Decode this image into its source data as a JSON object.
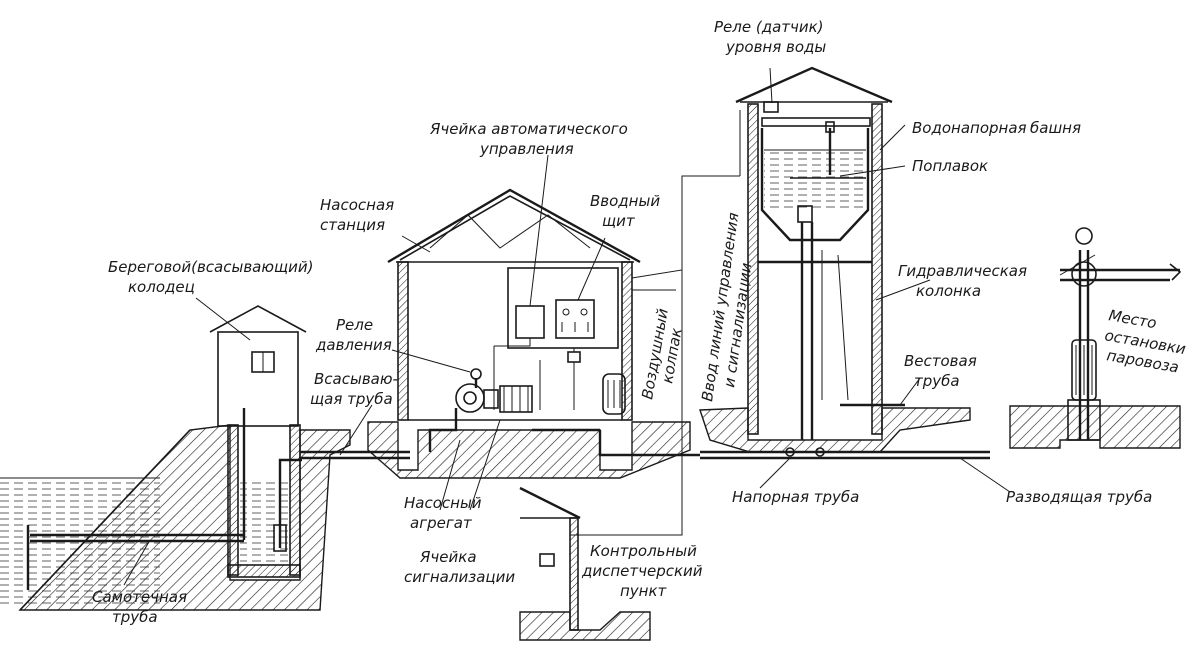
{
  "labels": {
    "relay_sensor_1": "Реле (датчик)",
    "relay_sensor_2": "уровня воды",
    "water_tower_1": "Водонапорная",
    "water_tower_2": "башня",
    "float": "Поплавок",
    "automatic_cell_1": "Ячейка автоматического",
    "automatic_cell_2": "управления",
    "input_board_1": "Вводный",
    "input_board_2": "щит",
    "pump_station_1": "Насосная",
    "pump_station_2": "станция",
    "shore_well_1": "Береговой(всасывающий)",
    "shore_well_2": "колодец",
    "pressure_relay_1": "Реле",
    "pressure_relay_2": "давления",
    "suction_pipe_1": "Всасываю-",
    "suction_pipe_2": "щая труба",
    "air_cap_1": "Воздушный",
    "air_cap_2": "колпак",
    "control_lines_1": "Ввод линий управления",
    "control_lines_2": "и сигнализации",
    "hydraulic_column_1": "Гидравлическая",
    "hydraulic_column_2": "колонка",
    "stop_place_1": "Место",
    "stop_place_2": "остановки",
    "stop_place_3": "паровоза",
    "weight_pipe_1": "Вестовая",
    "weight_pipe_2": "труба",
    "pressure_pipe": "Напорная труба",
    "distribution_pipe": "Разводящая труба",
    "pump_unit_1": "Насосный",
    "pump_unit_2": "агрегат",
    "signal_cell_1": "Ячейка",
    "signal_cell_2": "сигнализации",
    "dispatch_point_1": "Контрольный",
    "dispatch_point_2": "диспетчерский",
    "dispatch_point_3": "пункт",
    "gravity_pipe_1": "Самотечная",
    "gravity_pipe_2": "труба"
  }
}
